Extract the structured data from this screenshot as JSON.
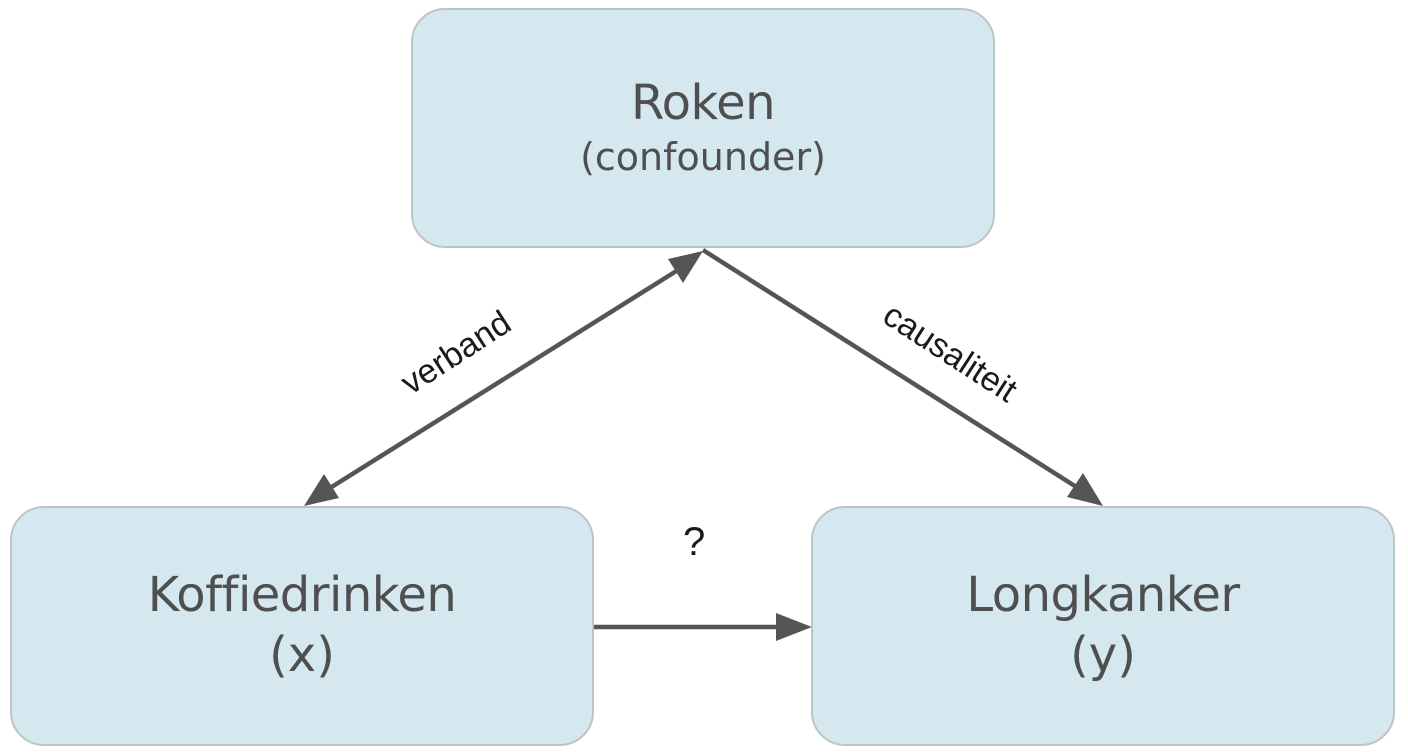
{
  "nodes": {
    "roken": {
      "title": "Roken",
      "subtitle": "(confounder)"
    },
    "koffiedrinken": {
      "title": "Koffiedrinken",
      "subtitle": "(x)"
    },
    "longkanker": {
      "title": "Longkanker",
      "subtitle": "(y)"
    }
  },
  "edges": {
    "verband": {
      "label": "verband",
      "type": "bidirectional"
    },
    "causaliteit": {
      "label": "causaliteit",
      "type": "directed"
    },
    "question": {
      "label": "?",
      "type": "directed"
    }
  },
  "colors": {
    "node_fill": "#d5e8f0",
    "node_border": "#bcc4c8",
    "node_text": "#4f4f4f",
    "arrow": "#555555",
    "label_text": "#1a1a1a"
  }
}
